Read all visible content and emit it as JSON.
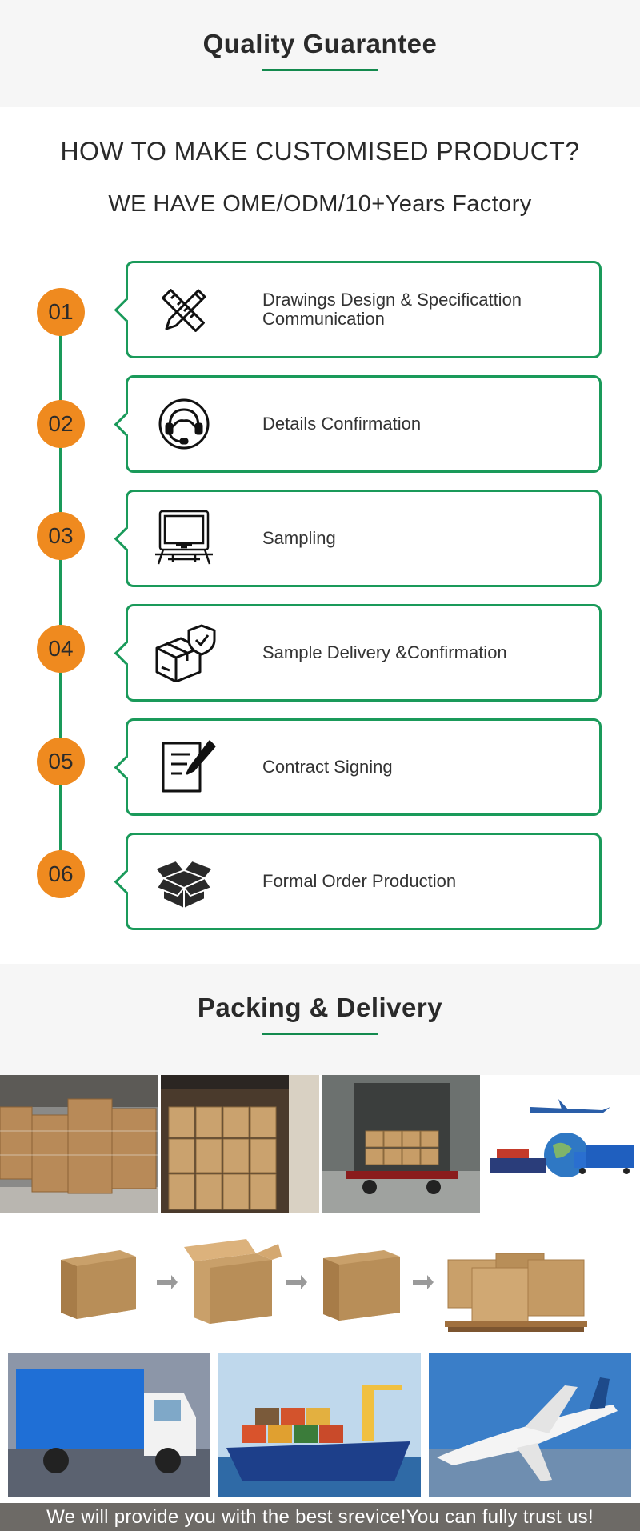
{
  "quality": {
    "title": "Quality Guarantee"
  },
  "custom": {
    "headline": "HOW TO MAKE CUSTOMISED PRODUCT?",
    "subheadline": "WE HAVE OME/ODM/10+Years Factory"
  },
  "steps": [
    {
      "num": "01",
      "line1": "Drawings Design & Specificattion",
      "line2": "Communication",
      "icon": "pencil-ruler-icon"
    },
    {
      "num": "02",
      "line1": "Details Confirmation",
      "line2": "",
      "icon": "headset-support-icon"
    },
    {
      "num": "03",
      "line1": "Sampling",
      "line2": "",
      "icon": "machine-icon"
    },
    {
      "num": "04",
      "line1": "Sample Delivery &Confirmation",
      "line2": "",
      "icon": "box-shield-icon"
    },
    {
      "num": "05",
      "line1": "Contract Signing",
      "line2": "",
      "icon": "contract-pen-icon"
    },
    {
      "num": "06",
      "line1": "Formal Order Production",
      "line2": "",
      "icon": "open-box-icon"
    }
  ],
  "packing": {
    "title": "Packing & Delivery"
  },
  "footer": {
    "text": "We will provide you with the best srevice!You can fully trust us!"
  },
  "colors": {
    "accent_green": "#1a9a5a",
    "step_orange": "#ef8a1f",
    "carton": "#c9a06a",
    "footer_bg": "#6d6a66"
  }
}
